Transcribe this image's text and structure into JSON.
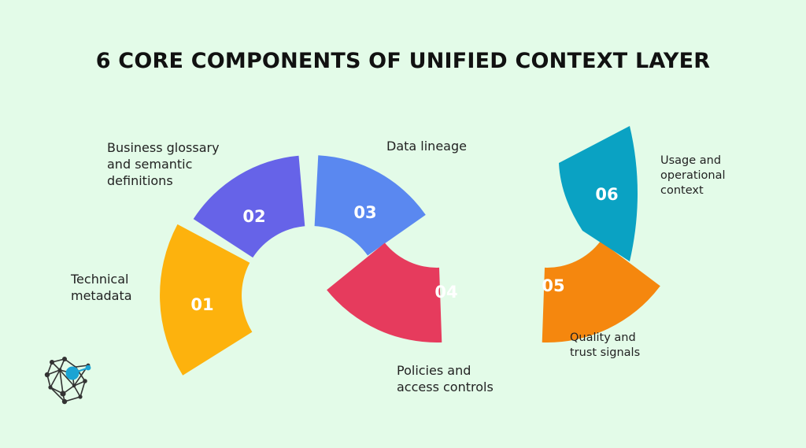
{
  "title": "6 CORE COMPONENTS OF UNIFIED CONTEXT LAYER",
  "components": [
    {
      "number": "01",
      "label_lines": [
        "Technical",
        "metadata"
      ],
      "color": "#fdb20d"
    },
    {
      "number": "02",
      "label_lines": [
        "Business glossary",
        "and semantic",
        "definitions"
      ],
      "color": "#6663e8"
    },
    {
      "number": "03",
      "label_lines": [
        "Data lineage"
      ],
      "color": "#5a88f0"
    },
    {
      "number": "04",
      "label_lines": [
        "Policies and",
        "access controls"
      ],
      "color": "#e63b5d"
    },
    {
      "number": "05",
      "label_lines": [
        "Quality and",
        "trust signals"
      ],
      "color": "#f5870e"
    },
    {
      "number": "06",
      "label_lines": [
        "Usage and",
        "operational",
        "context"
      ],
      "color": "#0aa2c3"
    }
  ],
  "logo": {
    "icon": "network-nodes-icon",
    "accent_color": "#1ba4d4",
    "node_color": "#333333"
  }
}
